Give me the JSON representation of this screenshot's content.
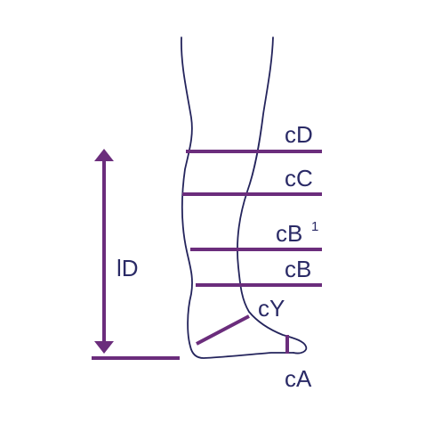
{
  "colors": {
    "outline": "#24245c",
    "measure": "#6b2d7c",
    "text": "#2a2a66",
    "background": "#ffffff"
  },
  "labels": {
    "cD": "cD",
    "cC": "cC",
    "cB1": "cB",
    "cB1_sup": "1",
    "cB": "cB",
    "cY": "cY",
    "cA": "cA",
    "lD": "lD"
  }
}
